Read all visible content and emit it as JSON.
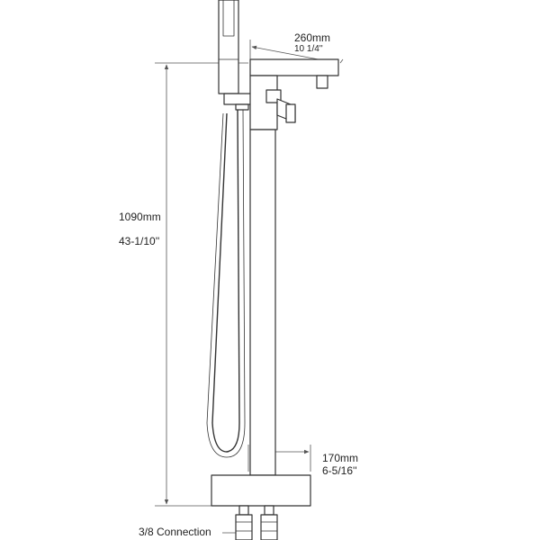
{
  "dimensions": {
    "spout_reach": {
      "metric": "260mm",
      "imperial": "10 1/4''"
    },
    "height": {
      "metric": "1090mm",
      "imperial": "43-1/10''"
    },
    "base_offset": {
      "metric": "170mm",
      "imperial": "6-5/16''"
    }
  },
  "connection": {
    "label": "3/8  Connection"
  },
  "colors": {
    "line": "#333333",
    "dimension": "#555555",
    "background": "#ffffff"
  }
}
